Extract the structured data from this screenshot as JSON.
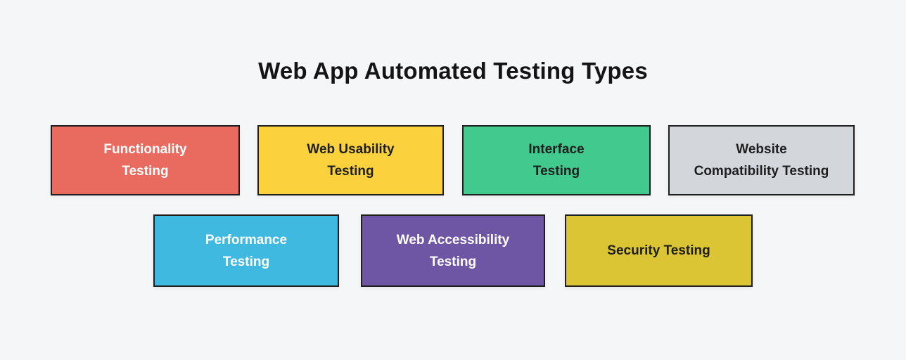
{
  "title": "Web App Automated Testing Types",
  "colors": {
    "background": "#f5f6f8",
    "box_border": "#1f1f1f",
    "title_text": "#141414"
  },
  "boxes": [
    {
      "label": "Functionality\nTesting",
      "bg": "#e96a5e",
      "text": "#ffffff"
    },
    {
      "label": "Web Usability\nTesting",
      "bg": "#fbd23e",
      "text": "#1e1e1e"
    },
    {
      "label": "Interface\nTesting",
      "bg": "#41c98e",
      "text": "#1e1e1e"
    },
    {
      "label": "Website\nCompatibility Testing",
      "bg": "#d3d7dc",
      "text": "#1e1e1e"
    },
    {
      "label": "Performance\nTesting",
      "bg": "#3fb9e0",
      "text": "#ffffff"
    },
    {
      "label": "Web Accessibility\nTesting",
      "bg": "#6f56a5",
      "text": "#ffffff"
    },
    {
      "label": "Security Testing",
      "bg": "#dcc534",
      "text": "#1e1e1e"
    }
  ]
}
